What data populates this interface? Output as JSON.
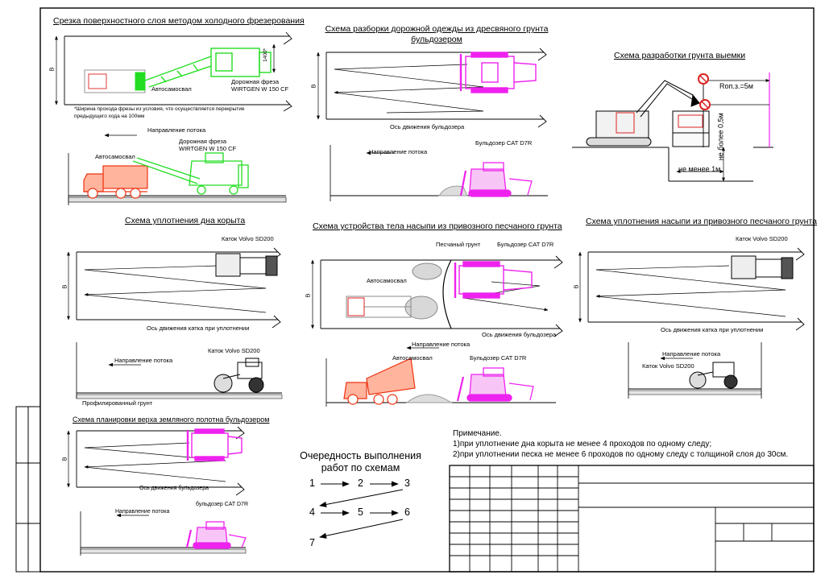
{
  "colors": {
    "line": "#000000",
    "mill": "#22dd22",
    "truck": "#ee3311",
    "bulldozer": "#ee22ee",
    "sign": "#dd2222",
    "sand": "#cccccc"
  },
  "s1": {
    "title": "Срезка поверхностного слоя методом холодного фрезерования",
    "dim_b": "B",
    "dim_depth": "1400*",
    "mill_label_1": "Дорожная фреза",
    "mill_label_2": "WIRTGEN W 150 CF",
    "truck_label": "Автосамосвал",
    "footnote_1": "*Ширина прохода фрезы из условия, что осуществляется перекрытие",
    "footnote_2": "предыдущего хода на 100мм",
    "flow": "Направление потока",
    "mill_label_b1": "Дорожная фреза",
    "mill_label_b2": "WIRTGEN W 150 CF",
    "truck_label_b": "Автосамосвал"
  },
  "s2": {
    "title_1": "Схема разборки дорожной одежды из дресвяного грунта",
    "title_2": "бульдозером",
    "dim_b": "B",
    "axis": "Ось движения бульдозера",
    "flow": "Направление потока",
    "dozer": "Бульдозер CAT D7R"
  },
  "s3": {
    "title": "Схема разработки грунта выемки",
    "rop": "Rоп.з.=5м",
    "height": "не более 0,5м",
    "dist": "не менее 1м"
  },
  "s4": {
    "title": "Схема уплотнения дна корыта",
    "roller": "Каток Volvo SD200",
    "dim_b": "B",
    "axis": "Ось движения катка при уплотнении",
    "flow": "Направление потока",
    "roller_b": "Каток Volvo SD200",
    "ground": "Профилированный грунт"
  },
  "s5": {
    "title": "Схема устройства тела насыпи из привозного песчаного грунта",
    "sand": "Песчаный грунт",
    "dozer": "Бульдозер CAT D7R",
    "truck": "Автосамосвал",
    "dim_b": "B",
    "axis": "Ось движения бульдозера",
    "flow": "Направление потока",
    "truck_b": "Автосамосвал",
    "dozer_b": "Бульдозер CAT D7R"
  },
  "s6": {
    "title": "Схема уплотнения насыпи из привозного песчаного грунта",
    "roller": "Каток Volvo SD200",
    "dim_b": "B",
    "axis": "Ось движения катка при уплотнении",
    "flow": "Направление потока",
    "roller_b": "Каток Volvo SD200"
  },
  "s7": {
    "title": "Схема планировки верха земляного полотна  бульдозером",
    "dim_b": "B",
    "axis": "Ось движения бульдозера",
    "flow": "Направление потока",
    "dozer": "бульдозер CAT D7R"
  },
  "order": {
    "title_1": "Очередность выполнения",
    "title_2": "работ по схемам",
    "n1": "1",
    "n2": "2",
    "n3": "3",
    "n4": "4",
    "n5": "5",
    "n6": "6",
    "n7": "7"
  },
  "notes": {
    "head": "Примечание.",
    "line1": "1)при уплотнение дна корыта не менее 4 проходов по одному следу;",
    "line2": "2)при уплотнении песка не менее 6 проходов по одному следу с толщиной слоя до 30см."
  }
}
